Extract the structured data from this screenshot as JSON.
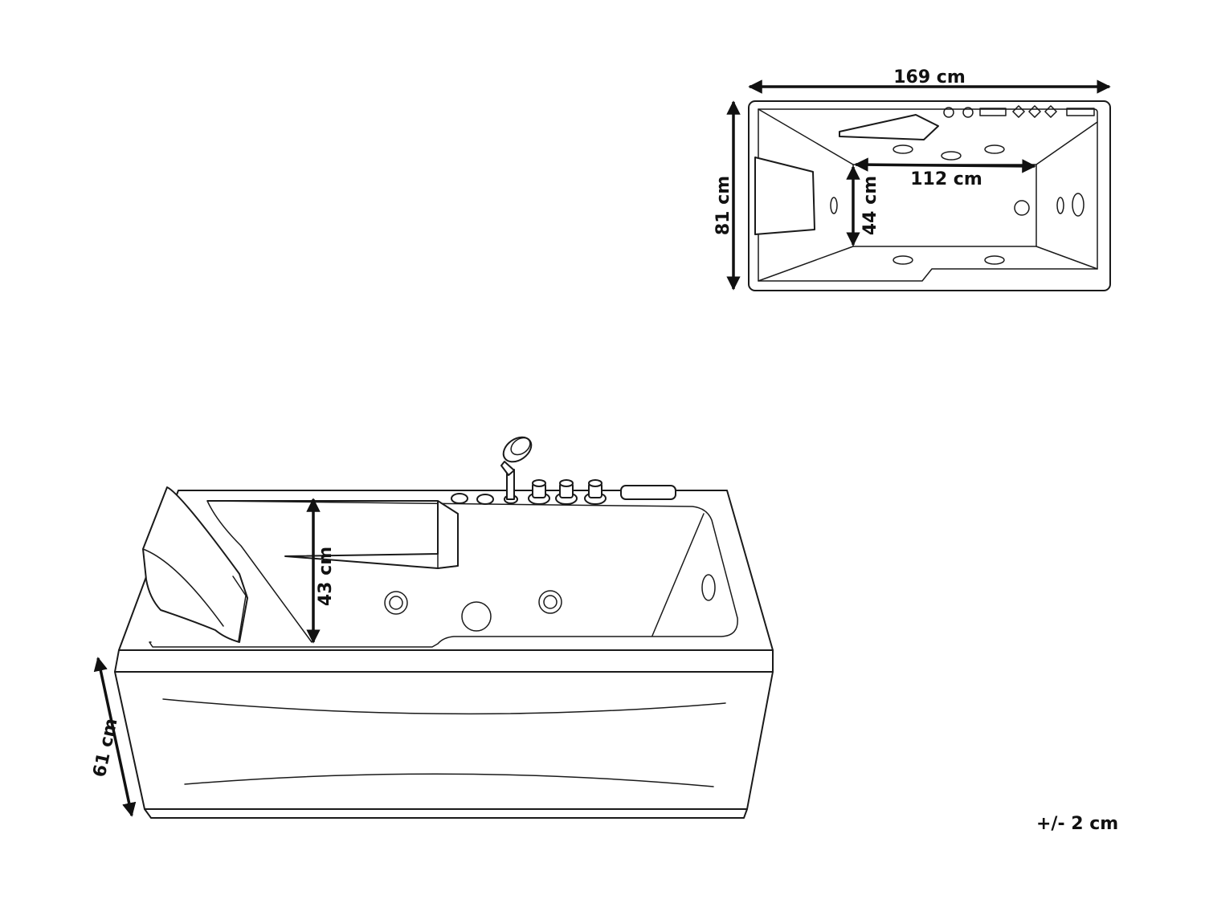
{
  "top_view": {
    "width_label": "169 cm",
    "depth_label": "81 cm",
    "inner_length_label": "112 cm",
    "inner_width_label": "44 cm"
  },
  "side_view": {
    "height_label": "61 cm",
    "inner_depth_label": "43 cm"
  },
  "tolerance_label": "+/- 2 cm"
}
